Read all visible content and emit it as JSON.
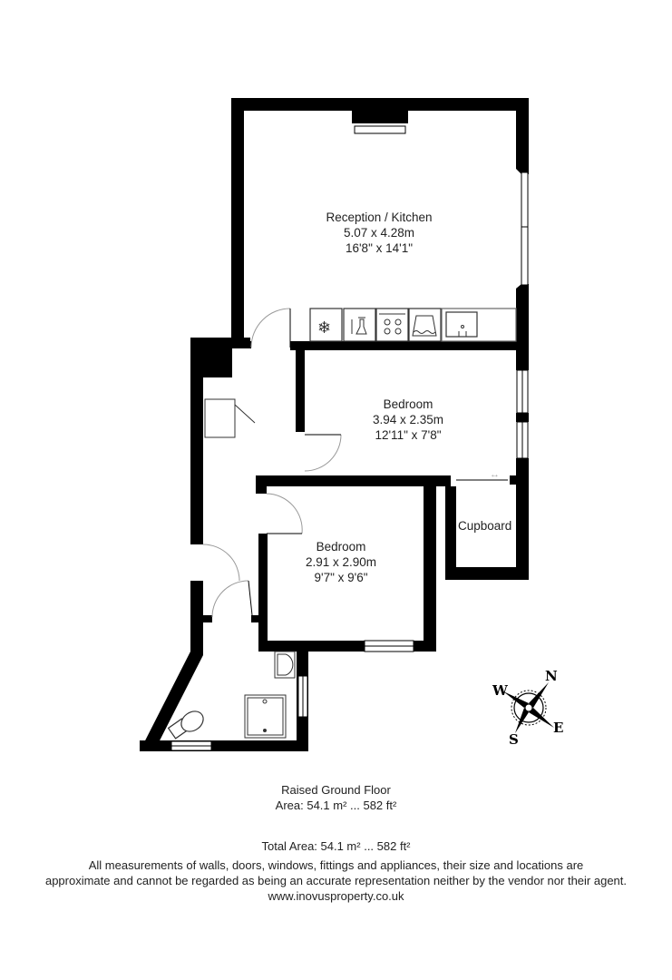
{
  "floorplan": {
    "rooms": [
      {
        "id": "reception-kitchen",
        "name": "Reception / Kitchen",
        "metric": "5.07 x 4.28m",
        "imperial": "16'8\" x 14'1\""
      },
      {
        "id": "bedroom-1",
        "name": "Bedroom",
        "metric": "3.94 x 2.35m",
        "imperial": "12'11\" x 7'8\""
      },
      {
        "id": "bedroom-2",
        "name": "Bedroom",
        "metric": "2.91 x 2.90m",
        "imperial": "9'7\" x 9'6\""
      },
      {
        "id": "cupboard",
        "name": "Cupboard"
      }
    ],
    "appliances": [
      "fridge-freezer",
      "dishwasher",
      "hob-oven",
      "washing-machine",
      "sink"
    ],
    "bathroom_fixtures": [
      "wash-basin",
      "shower",
      "toilet"
    ],
    "compass": {
      "N": "N",
      "E": "E",
      "S": "S",
      "W": "W"
    },
    "colors": {
      "wall": "#000000",
      "fixture": "#333333",
      "door_arc": "#999999",
      "background": "#ffffff"
    }
  },
  "footer": {
    "floor_name": "Raised Ground Floor",
    "floor_area": "Area: 54.1 m² ... 582 ft²",
    "total_area": "Total Area: 54.1 m² ... 582 ft²",
    "disclaimer_line1": "All measurements of walls, doors, windows, fittings and appliances, their size and locations are",
    "disclaimer_line2": "approximate and cannot be regarded as being an accurate representation neither by the vendor nor their agent.",
    "website": "www.inovusproperty.co.uk"
  }
}
